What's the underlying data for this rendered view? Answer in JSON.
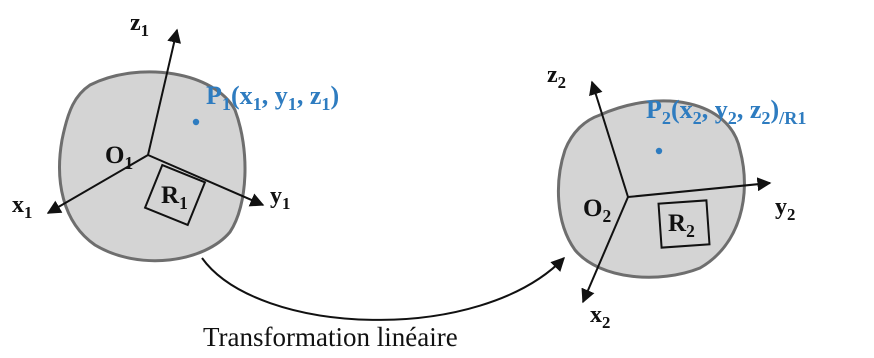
{
  "colors": {
    "blob_fill": "#d4d4d4",
    "blob_stroke": "#6e6e6e",
    "axis": "#111111",
    "point": "#2e7cc0"
  },
  "frame1": {
    "axes": {
      "z": {
        "main": "z",
        "sub": "1"
      },
      "y": {
        "main": "y",
        "sub": "1"
      },
      "x": {
        "main": "x",
        "sub": "1"
      }
    },
    "origin": {
      "main": "O",
      "sub": "1"
    },
    "ref": {
      "main": "R",
      "sub": "1"
    },
    "point": {
      "p": "P",
      "p_sub": "1",
      "open": "(x",
      "x_sub": "1",
      "mid1": ", y",
      "y_sub": "1",
      "mid2": ", z",
      "z_sub": "1",
      "close": ")"
    }
  },
  "frame2": {
    "axes": {
      "z": {
        "main": "z",
        "sub": "2"
      },
      "y": {
        "main": "y",
        "sub": "2"
      },
      "x": {
        "main": "x",
        "sub": "2"
      }
    },
    "origin": {
      "main": "O",
      "sub": "2"
    },
    "ref": {
      "main": "R",
      "sub": "2"
    },
    "point": {
      "p": "P",
      "p_sub": "2",
      "open": "(x",
      "x_sub": "2",
      "mid1": ", y",
      "y_sub": "2",
      "mid2": ", z",
      "z_sub": "2",
      "close": ")",
      "frame_sub": "/R1"
    }
  },
  "transform_label": "Transformation linéaire"
}
